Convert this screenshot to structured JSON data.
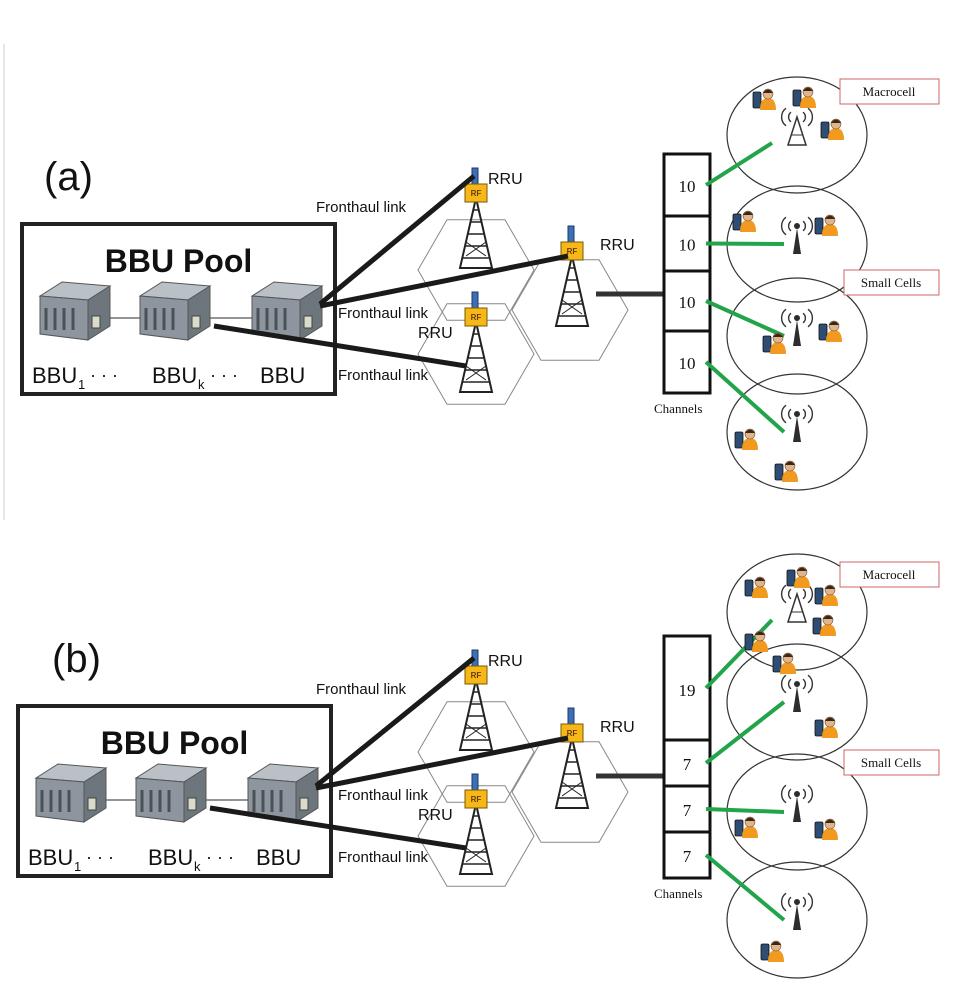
{
  "panels": [
    {
      "label": "(a)",
      "bbu_title": "BBU Pool",
      "bbu_labels": {
        "first": "BBU",
        "first_sub": "1",
        "dots1": "· · ·",
        "mid": "BBU",
        "mid_sub": "k",
        "dots2": "· · ·",
        "last": "BBU"
      },
      "rru_labels": [
        "RRU",
        "RRU",
        "RRU"
      ],
      "fronthaul_labels": [
        "Fronthaul link",
        "Fronthaul link",
        "Fronthaul link"
      ],
      "rf_badge": "RF",
      "channels": [
        "10",
        "10",
        "10",
        "10"
      ],
      "channels_label": "Channels",
      "macrocell_label": "Macrocell",
      "smallcells_label": "Small Cells"
    },
    {
      "label": "(b)",
      "bbu_title": "BBU Pool",
      "bbu_labels": {
        "first": "BBU",
        "first_sub": "1",
        "dots1": "· · ·",
        "mid": "BBU",
        "mid_sub": "k",
        "dots2": "· · ·",
        "last": "BBU"
      },
      "rru_labels": [
        "RRU",
        "RRU",
        "RRU"
      ],
      "fronthaul_labels": [
        "Fronthaul link",
        "Fronthaul link",
        "Fronthaul link"
      ],
      "rf_badge": "RF",
      "channels": [
        "19",
        "7",
        "7",
        "7"
      ],
      "channels_label": "Channels",
      "macrocell_label": "Macrocell",
      "smallcells_label": "Small Cells"
    }
  ],
  "colors": {
    "link": "#1a1a1a",
    "channel_link": "#22a54a",
    "rf_box": "#f5b818",
    "server": "#8d969e"
  }
}
